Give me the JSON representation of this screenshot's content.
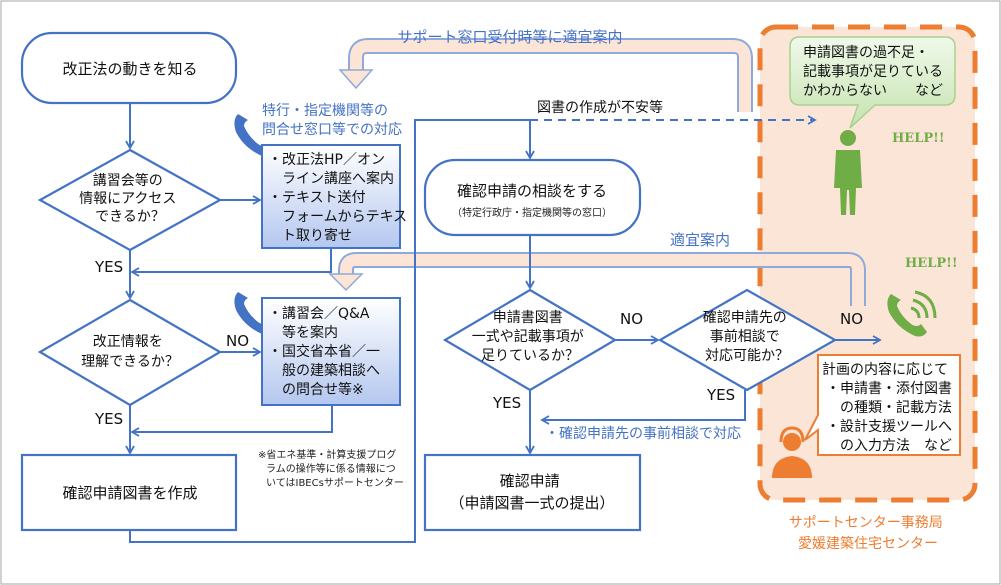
{
  "start_box": "改正法の動きを知る",
  "decision1": [
    "講習会等の",
    "情報にアクセス",
    "できるか？"
  ],
  "consult_header": [
    "特行・指定機関等の",
    "問合せ窓口等での対応"
  ],
  "box1": [
    "・改正法HP／オン",
    "　ライン講座へ案内",
    "・テキスト送付",
    "　フォームからテキス",
    "　ト取り寄せ"
  ],
  "decision2": [
    "改正情報を",
    "理解できるか？"
  ],
  "box2": [
    "・講習会／Q&A",
    "　等を案内",
    "・国交省本省／一",
    "　般の建築相談へ",
    "　の問合せ等※"
  ],
  "footnote": [
    "※省エネ基準・計算支援プログ",
    "ラムの操作等に係る情報につ",
    "いてはIBECsサポートセンター"
  ],
  "create_box": "確認申請図書を作成",
  "labels": {
    "yes": "YES",
    "no": "NO"
  },
  "top_arrow_label": "サポート窓口受付時等に適宜案内",
  "anxiety_label": "図書の作成が不安等",
  "consult_box": {
    "title": "確認申請の相談をする",
    "sub": "（特定行政庁・指定機関等の窓口）"
  },
  "mid_arrow_label": "適宜案内",
  "decision3": [
    "申請書図書",
    "一式や記載事項が",
    "足りているか？"
  ],
  "decision4": [
    "確認申請先の",
    "事前相談で",
    "対応可能か？"
  ],
  "pre_consult_label": "・確認申請先の事前相談で対応",
  "submit_box": [
    "確認申請",
    "（申請図書一式の提出）"
  ],
  "bubble": [
    "申請図書の過不足・",
    "記載事項が足りている",
    "かわからない　　など"
  ],
  "help": "HELP!!",
  "support_box": [
    "計画の内容に応じて",
    "・申請書・添付図書",
    "　の種類・記載方法",
    "・設計支援ツールへ",
    "　の入力方法　など"
  ],
  "support_center": [
    "サポートセンター事務局",
    "愛媛建築住宅センター"
  ],
  "colors": {
    "blue": "#4472c4",
    "orange": "#ed7d31",
    "green": "#70ad47",
    "peach": "#fbe5d6"
  }
}
